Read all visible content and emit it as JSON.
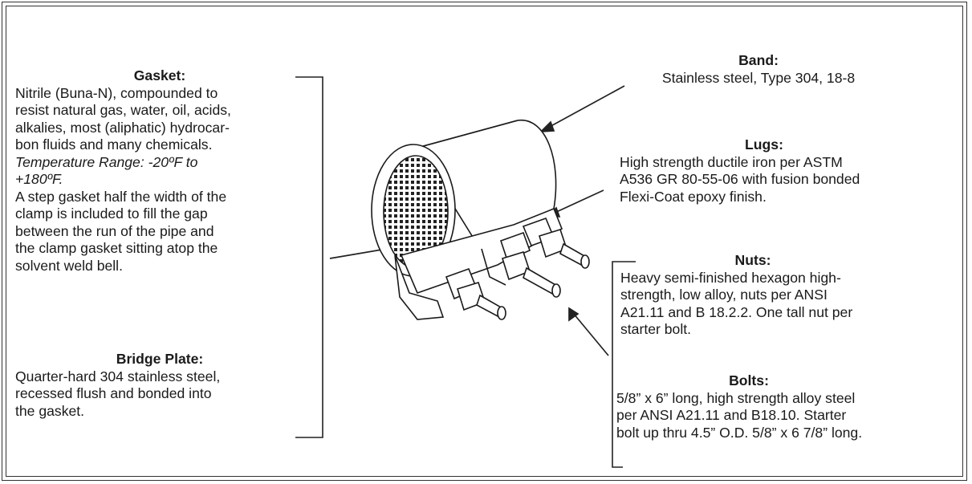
{
  "gasket": {
    "heading": "Gasket:",
    "lines": [
      "Nitrile (Buna-N), compounded to",
      "resist natural gas, water, oil, acids,",
      "alkalies, most (aliphatic) hydrocar-",
      "bon fluids and many chemicals."
    ],
    "temp_lines": [
      "Temperature Range: -20ºF to",
      "+180ºF."
    ],
    "step_lines": [
      "A step gasket half the width of the",
      "clamp is included to fill the gap",
      "between the run of the pipe and",
      "the clamp gasket sitting atop the",
      "solvent weld bell."
    ]
  },
  "bridge_plate": {
    "heading": "Bridge Plate:",
    "lines": [
      "Quarter-hard 304 stainless steel,",
      "recessed flush and bonded into",
      "the gasket."
    ]
  },
  "band": {
    "heading": "Band:",
    "lines": [
      "Stainless steel, Type 304, 18-8"
    ]
  },
  "lugs": {
    "heading": "Lugs:",
    "lines": [
      "High strength ductile iron per ASTM",
      "A536 GR 80-55-06 with fusion bonded",
      "Flexi-Coat epoxy finish."
    ]
  },
  "nuts": {
    "heading": "Nuts:",
    "lines": [
      "Heavy semi-finished hexagon high-",
      "strength, low alloy, nuts per ANSI",
      "A21.11 and B 18.2.2. One tall nut per",
      "starter bolt."
    ]
  },
  "bolts": {
    "heading": "Bolts:",
    "lines": [
      "5/8” x 6” long, high strength alloy steel",
      "per ANSI A21.11 and B18.10. Starter",
      "bolt up thru 4.5” O.D. 5/8” x 6 7/8” long."
    ]
  }
}
